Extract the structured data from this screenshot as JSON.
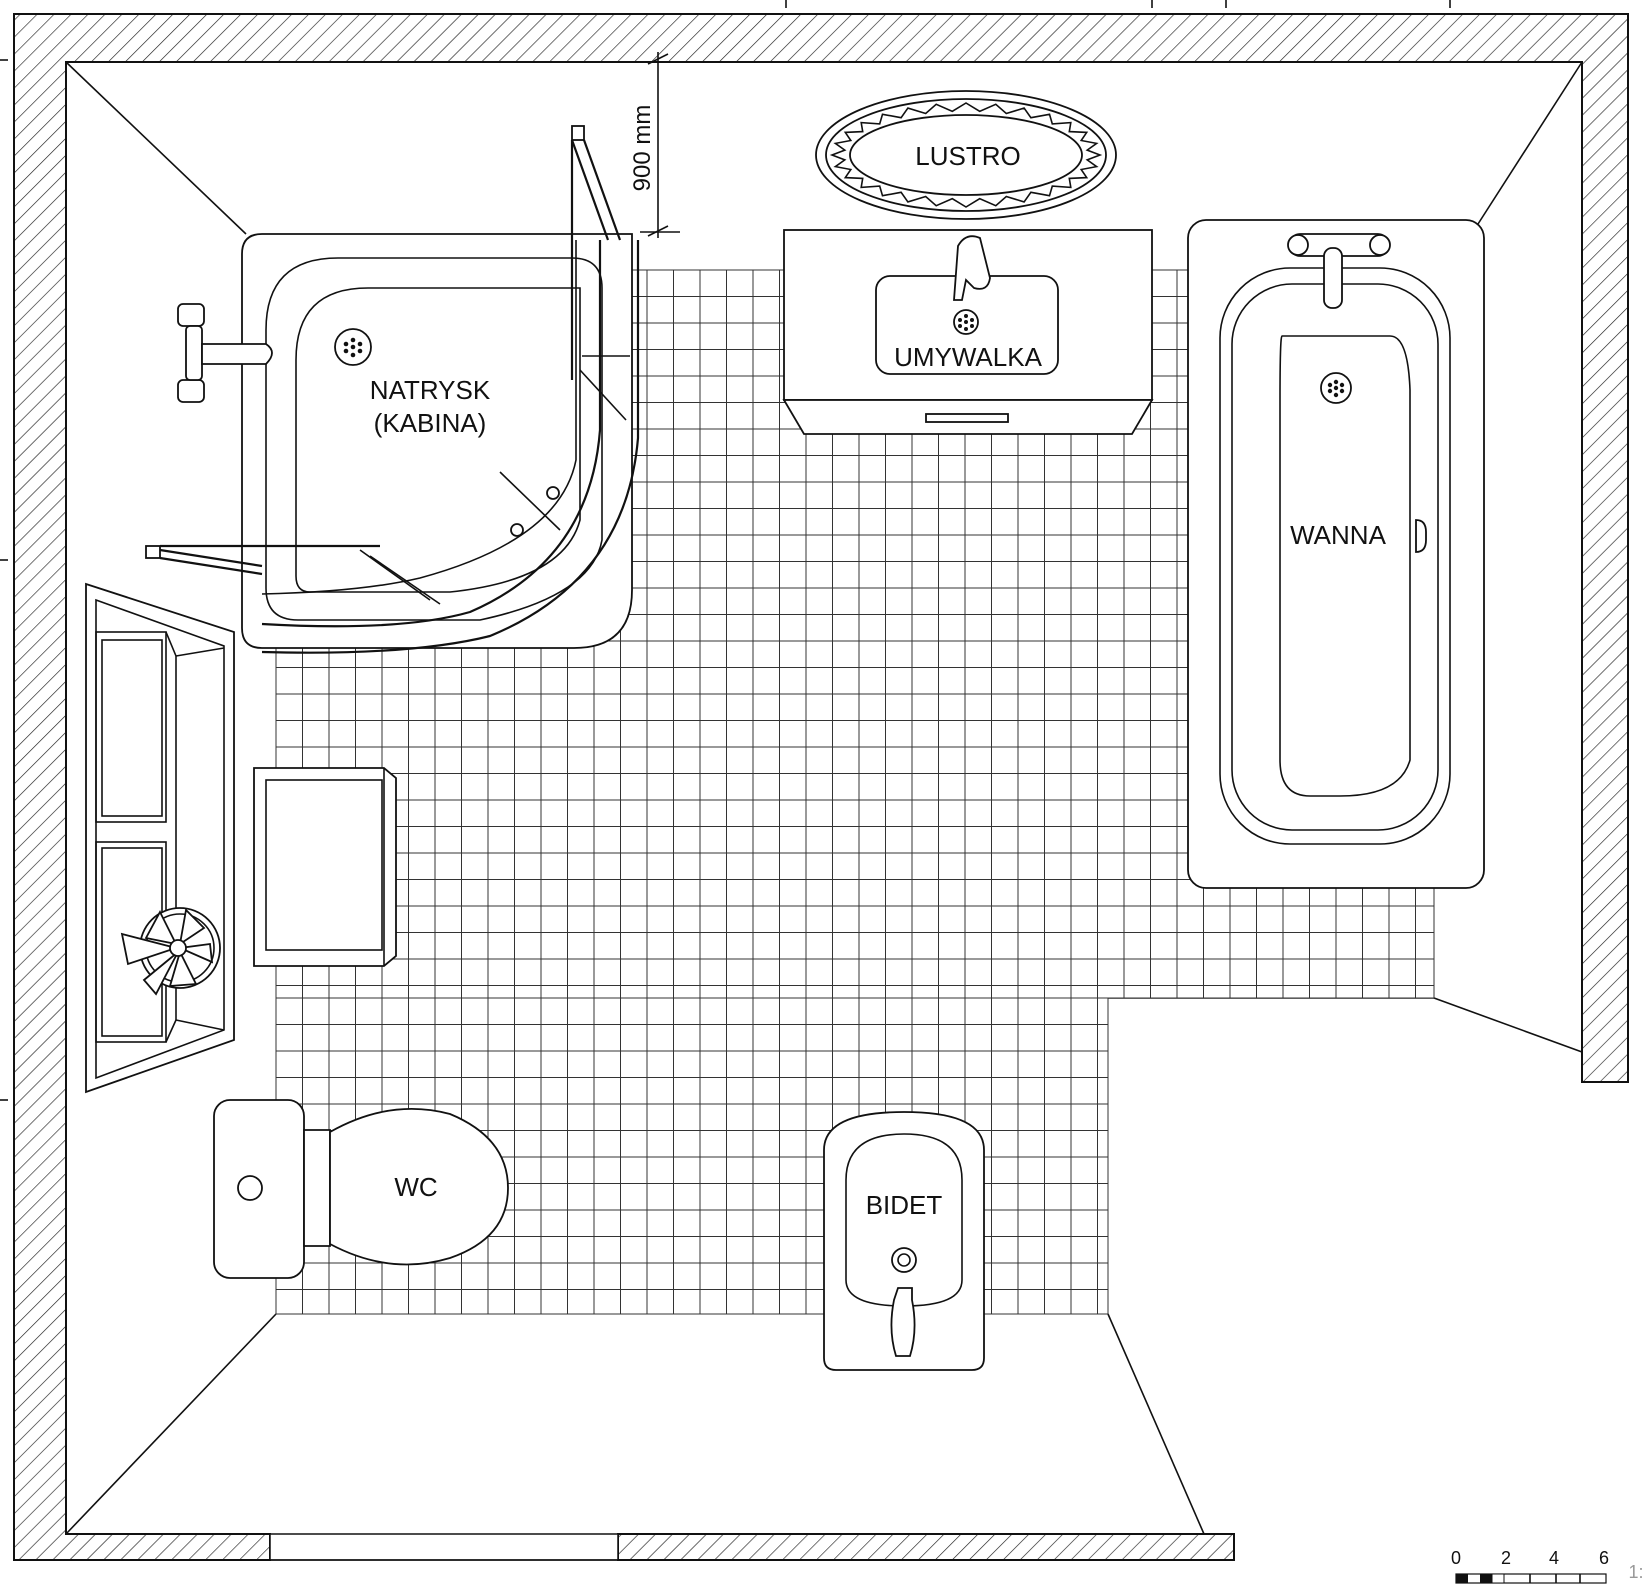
{
  "labels": {
    "shower_line1": "NATRYSK",
    "shower_line2": "(KABINA)",
    "mirror": "LUSTRO",
    "washbasin": "UMYWALKA",
    "bathtub": "WANNA",
    "toilet": "WC",
    "bidet": "BIDET"
  },
  "dimension": {
    "text": "900 mm"
  },
  "scale_bar": {
    "ticks": [
      "0",
      "2",
      "4",
      "6"
    ],
    "suffix": "1:"
  }
}
